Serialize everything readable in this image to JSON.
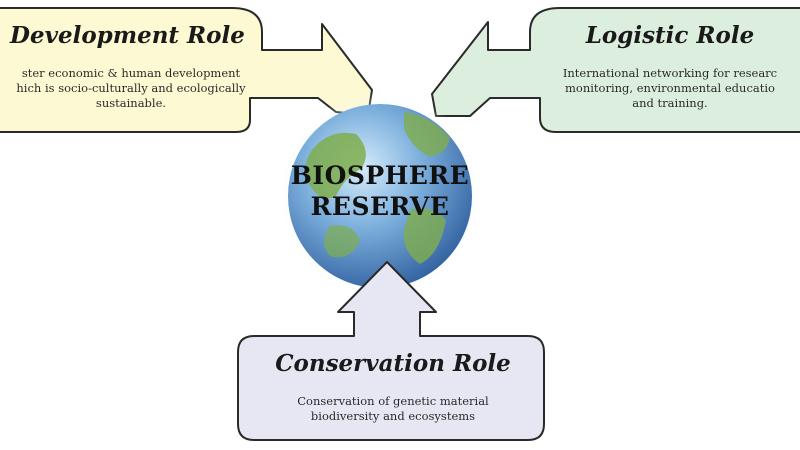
{
  "center": {
    "line1": "BIOSPHERE",
    "line2": "RESERVE"
  },
  "roles": {
    "development": {
      "title": "Development Role",
      "desc_line1": "ster economic & human development",
      "desc_line2": "hich is socio-culturally and ecologically",
      "desc_line3": "sustainable."
    },
    "logistic": {
      "title": "Logistic Role",
      "desc_line1": "International networking for researc",
      "desc_line2": "monitoring, environmental educatio",
      "desc_line3": "and training."
    },
    "conservation": {
      "title": "Conservation Role",
      "desc_line1": "Conservation of genetic material",
      "desc_line2": "biodiversity and ecosystems"
    }
  },
  "colors": {
    "development_fill": "#fdf9d2",
    "logistic_fill": "#dcefdf",
    "conservation_fill": "#e6e7f3",
    "outline": "#2a2a2a",
    "globe_ocean": "#4f86c6",
    "globe_land": "#7fae4d"
  }
}
